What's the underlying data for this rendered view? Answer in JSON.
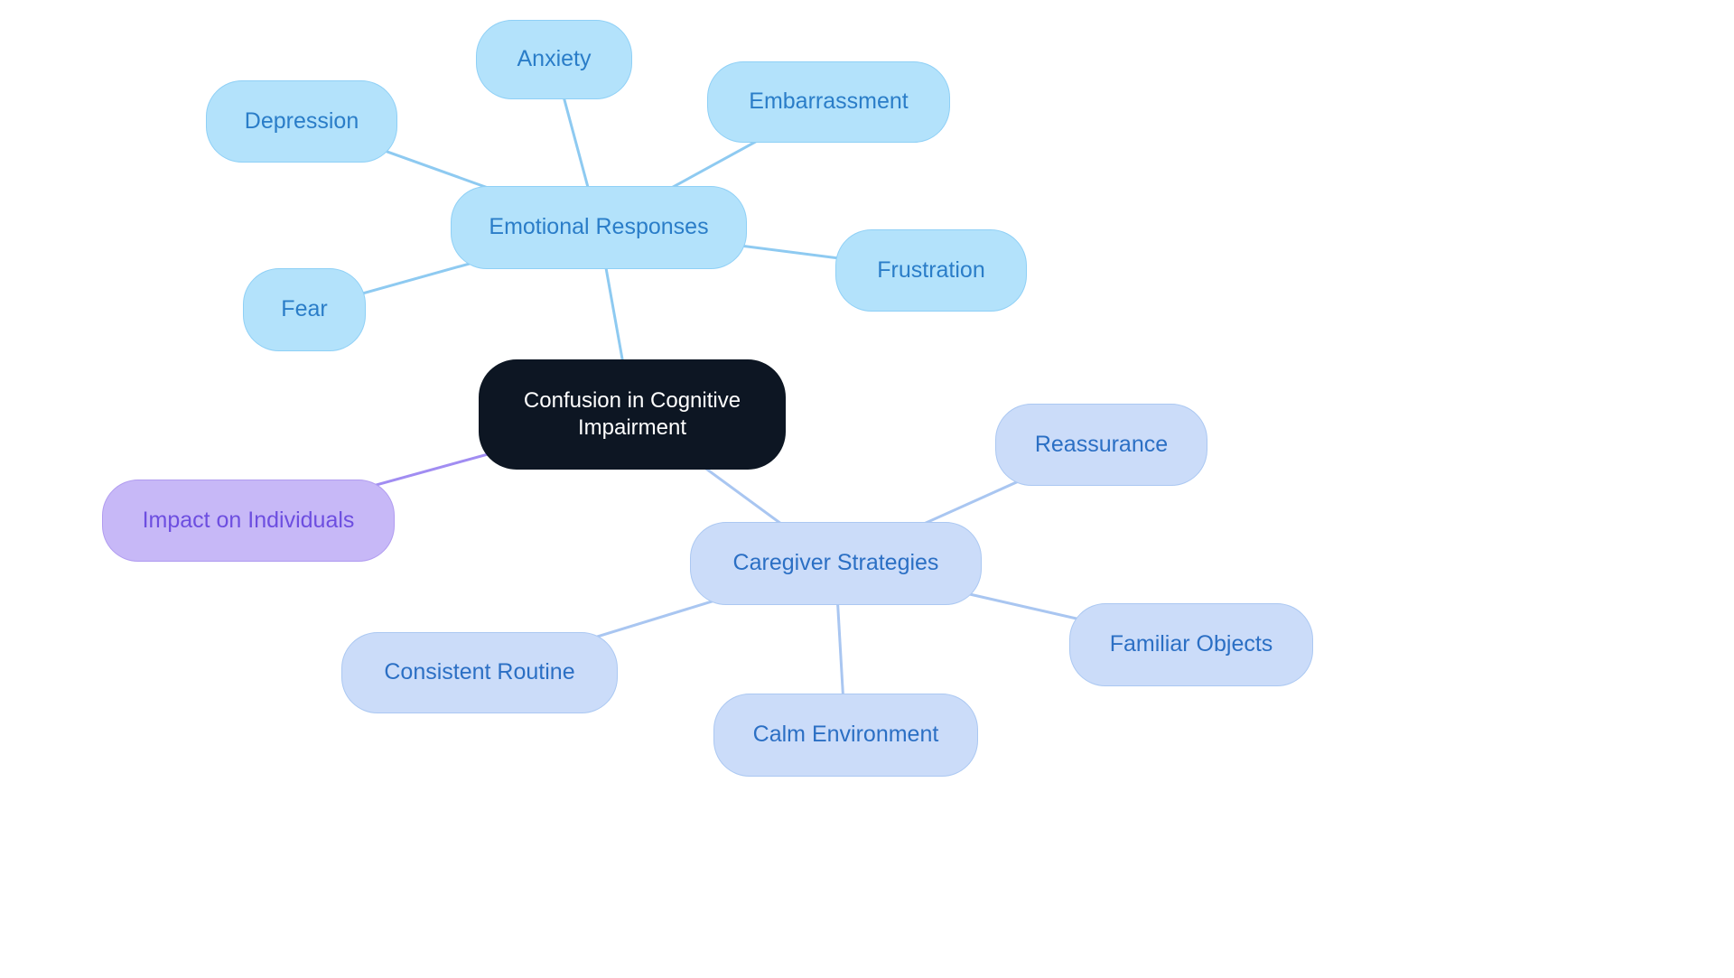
{
  "mindmap": {
    "type": "mindmap",
    "root": "central",
    "nodes": {
      "central": {
        "label": "Confusion in Cognitive Impairment",
        "children": [
          "emotional",
          "impact",
          "caregiver"
        ]
      },
      "emotional": {
        "label": "Emotional Responses",
        "children": [
          "anxiety",
          "depression",
          "embarrassment",
          "fear",
          "frustration"
        ]
      },
      "anxiety": {
        "label": "Anxiety",
        "children": []
      },
      "depression": {
        "label": "Depression",
        "children": []
      },
      "embarrassment": {
        "label": "Embarrassment",
        "children": []
      },
      "fear": {
        "label": "Fear",
        "children": []
      },
      "frustration": {
        "label": "Frustration",
        "children": []
      },
      "impact": {
        "label": "Impact on Individuals",
        "children": []
      },
      "caregiver": {
        "label": "Caregiver Strategies",
        "children": [
          "reassurance",
          "familiar",
          "consistent",
          "calm"
        ]
      },
      "reassurance": {
        "label": "Reassurance",
        "children": []
      },
      "familiar": {
        "label": "Familiar Objects",
        "children": []
      },
      "consistent": {
        "label": "Consistent Routine",
        "children": []
      },
      "calm": {
        "label": "Calm Environment",
        "children": []
      }
    },
    "edges": [
      [
        "emotional",
        "anxiety"
      ],
      [
        "emotional",
        "depression"
      ],
      [
        "emotional",
        "embarrassment"
      ],
      [
        "emotional",
        "fear"
      ],
      [
        "emotional",
        "frustration"
      ],
      [
        "central",
        "emotional"
      ],
      [
        "central",
        "impact"
      ],
      [
        "central",
        "caregiver"
      ],
      [
        "caregiver",
        "reassurance"
      ],
      [
        "caregiver",
        "familiar"
      ],
      [
        "caregiver",
        "consistent"
      ],
      [
        "caregiver",
        "calm"
      ]
    ],
    "colors": {
      "central_fill": "#0d1623",
      "central_text": "#ffffff",
      "blue_fill": "#b3e2fb",
      "blue_border": "#8fd0f6",
      "blue_text": "#2a7dc8",
      "periwinkle_fill": "#cbdcf9",
      "periwinkle_border": "#abc8f2",
      "periwinkle_text": "#2b6fc4",
      "purple_fill": "#c7b8f7",
      "purple_border": "#b19cf0",
      "purple_text": "#6d4ee0",
      "edge_blue": "#8ecaf1",
      "edge_periwinkle": "#a9c6f1",
      "edge_purple": "#a18df2",
      "background": "#ffffff"
    }
  }
}
